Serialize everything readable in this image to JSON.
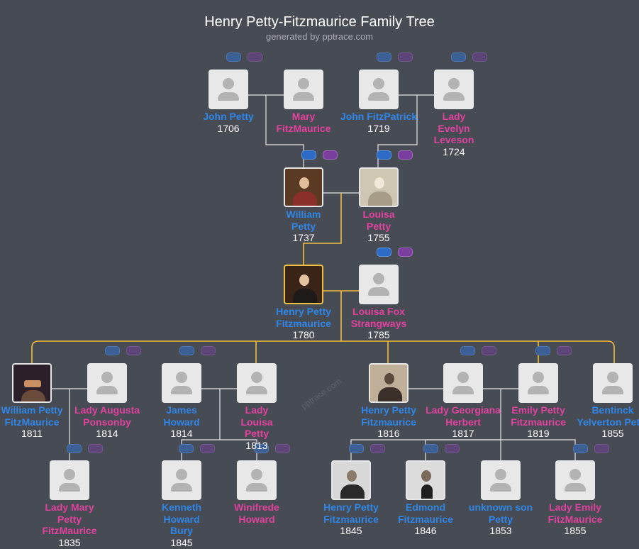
{
  "title": "Henry Petty-Fitzmaurice Family Tree",
  "subtitle": "generated by pptrace.com",
  "watermark": "pptrace.com",
  "colors": {
    "background": "#474b54",
    "male": "#2f86e6",
    "female": "#e0429d",
    "line": "#e6e6e6",
    "direct_line": "#f0c040"
  },
  "people": {
    "john_petty": {
      "name": "John Petty",
      "year": "1706"
    },
    "mary_fitzmaurice": {
      "name": "Mary FitzMaurice",
      "year": ""
    },
    "john_fitzpatrick": {
      "name": "John FitzPatrick",
      "year": "1719"
    },
    "lady_evelyn": {
      "name": "Lady Evelyn Leveson",
      "year": "1724"
    },
    "william_petty": {
      "name": "William Petty",
      "year": "1737"
    },
    "louisa_petty": {
      "name": "Louisa Petty",
      "year": "1755"
    },
    "henry_fitzmaurice": {
      "name": "Henry Petty Fitzmaurice",
      "year": "1780"
    },
    "louisa_fox": {
      "name": "Louisa Fox Strangways",
      "year": "1785"
    },
    "william_petty_fm": {
      "name": "William Petty FitzMaurice",
      "year": "1811"
    },
    "lady_augusta": {
      "name": "Lady Augusta Ponsonby",
      "year": "1814"
    },
    "james_howard": {
      "name": "James Howard",
      "year": "1814"
    },
    "lady_louisa": {
      "name": "Lady Louisa Petty",
      "year": "1813"
    },
    "henry_petty_fm": {
      "name": "Henry Petty Fitzmaurice",
      "year": "1816"
    },
    "lady_georgiana": {
      "name": "Lady Georgiana Herbert",
      "year": "1817"
    },
    "emily_petty": {
      "name": "Emily Petty Fitzmaurice",
      "year": "1819"
    },
    "bentinck": {
      "name": "Bentinck Yelverton Petty",
      "year": "1855"
    },
    "lady_mary": {
      "name": "Lady Mary Petty FitzMaurice",
      "year": "1835"
    },
    "kenneth": {
      "name": "Kenneth Howard Bury",
      "year": "1845"
    },
    "winifrede": {
      "name": "Winifrede Howard",
      "year": ""
    },
    "henry_petty_fm2": {
      "name": "Henry Petty Fitzmaurice",
      "year": "1845"
    },
    "edmond": {
      "name": "Edmond Fitzmaurice",
      "year": "1846"
    },
    "unknown_son": {
      "name": "unknown son Petty",
      "year": "1853"
    },
    "lady_emily": {
      "name": "Lady Emily FitzMaurice",
      "year": "1855"
    }
  }
}
